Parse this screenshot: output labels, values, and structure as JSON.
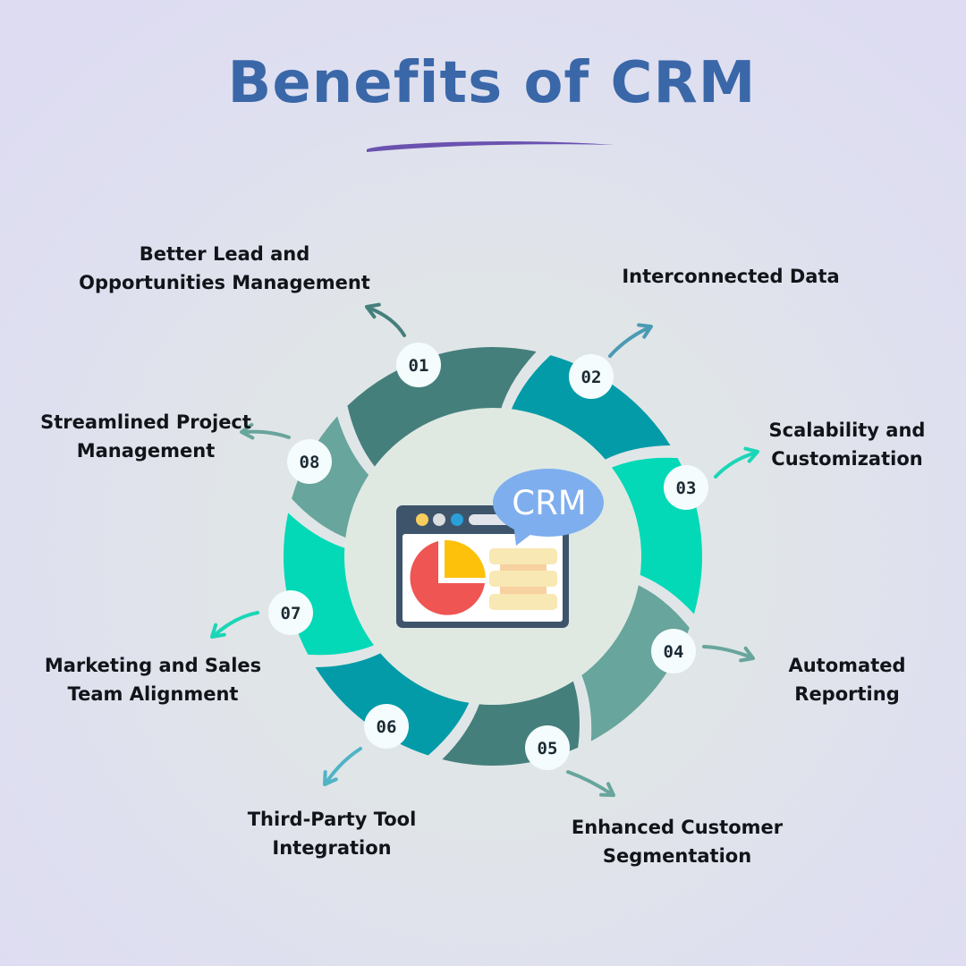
{
  "title": "Benefits of CRM",
  "colors": {
    "title": "#3a67a8",
    "underline": "#6a52b0",
    "segment_dark": "#457f7c",
    "segment_teal": "#039ba8",
    "segment_mint": "#03d9b7",
    "segment_sage": "#68a59c",
    "inner_disk": "#dfe9e2",
    "badge_fill": "#f4fcfd",
    "badge_text": "#1a2a33"
  },
  "center_icon": {
    "name": "crm-dashboard-icon",
    "bubble_text": "CRM"
  },
  "benefits": [
    {
      "number": "01",
      "lines": [
        "Better Lead and",
        "Opportunities Management"
      ],
      "color": "#457f7c"
    },
    {
      "number": "02",
      "lines": [
        "Interconnected Data"
      ],
      "color": "#039ba8"
    },
    {
      "number": "03",
      "lines": [
        "Scalability and",
        "Customization"
      ],
      "color": "#03d9b7"
    },
    {
      "number": "04",
      "lines": [
        "Automated",
        "Reporting"
      ],
      "color": "#68a59c"
    },
    {
      "number": "05",
      "lines": [
        "Enhanced Customer",
        "Segmentation"
      ],
      "color": "#457f7c"
    },
    {
      "number": "06",
      "lines": [
        "Third-Party Tool",
        "Integration"
      ],
      "color": "#039ba8"
    },
    {
      "number": "07",
      "lines": [
        "Marketing and Sales",
        "Team Alignment"
      ],
      "color": "#03d9b7"
    },
    {
      "number": "08",
      "lines": [
        "Streamlined Project",
        "Management"
      ],
      "color": "#68a59c"
    }
  ]
}
